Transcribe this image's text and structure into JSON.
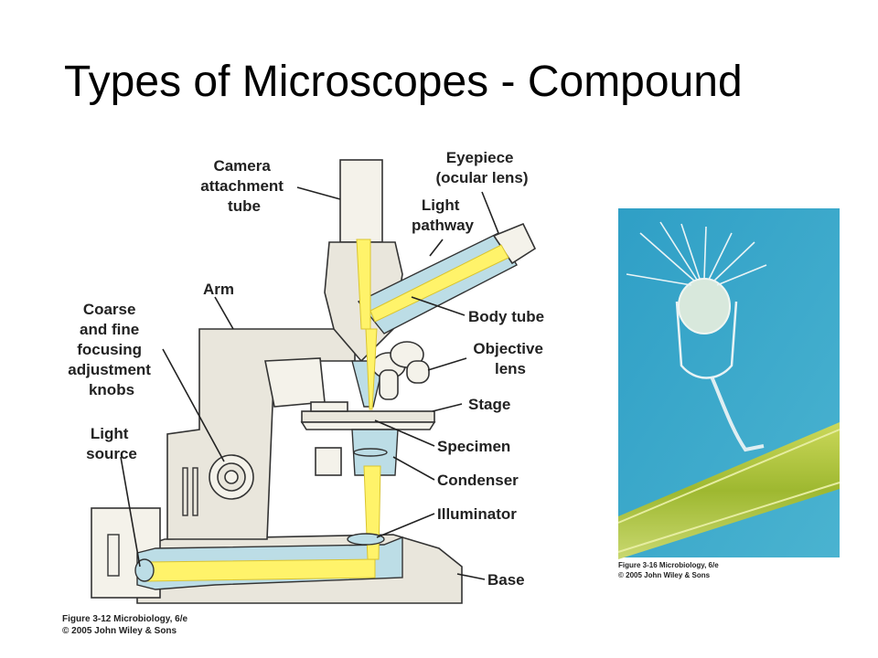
{
  "title": "Types of Microscopes - Compound",
  "labels": {
    "camera": [
      "Camera",
      "attachment",
      "tube"
    ],
    "eyepiece": [
      "Eyepiece",
      "(ocular lens)"
    ],
    "light_pathway": [
      "Light",
      "pathway"
    ],
    "arm": "Arm",
    "body_tube": "Body tube",
    "focus": [
      "Coarse",
      "and fine",
      "focusing",
      "adjustment",
      "knobs"
    ],
    "objective": [
      "Objective",
      "lens"
    ],
    "stage": "Stage",
    "light_source": [
      "Light",
      "source"
    ],
    "specimen": "Specimen",
    "condenser": "Condenser",
    "illuminator": "Illuminator",
    "base": "Base"
  },
  "captions": {
    "figure_left": [
      "Figure 3-12  Microbiology, 6/e",
      "© 2005 John Wiley & Sons"
    ],
    "figure_right": [
      "Figure 3-16  Microbiology, 6/e",
      "© 2005 John Wiley & Sons"
    ]
  },
  "colors": {
    "light_beam": "#fff36a",
    "optics_blue": "#bcdde6",
    "photo_water": "#3aa7c9",
    "photo_algae": "#b7c93a"
  }
}
